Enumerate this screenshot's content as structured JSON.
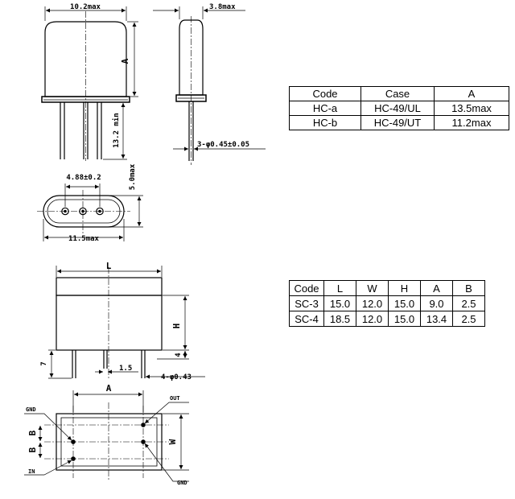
{
  "drawing_labels": {
    "hc_width": "10.2max",
    "hc_depth": "3.8max",
    "hc_height_a": "A",
    "hc_lead_length": "13.2 min",
    "hc_lead_dia": "3-φ0.45±0.05",
    "hc_pitch": "4.88±0.2",
    "hc_bottom_height": "5.0max",
    "hc_bottom_width": "11.5max",
    "sc_length": "L",
    "sc_height": "H",
    "sc_lead_length": "7",
    "sc_standoff": "4",
    "sc_lead_offset": "1.5",
    "sc_lead_dia": "4-φ0.43",
    "sc_pitch_a": "A",
    "sc_pitch_b1": "B",
    "sc_pitch_b2": "B",
    "sc_width": "W",
    "pin_gnd_top": "GND",
    "pin_out": "OUT",
    "pin_in": "IN",
    "pin_gnd_bottom": "GND"
  },
  "table_hc": {
    "headers": [
      "Code",
      "Case",
      "A"
    ],
    "rows": [
      [
        "HC-a",
        "HC-49/UL",
        "13.5max"
      ],
      [
        "HC-b",
        "HC-49/UT",
        "11.2max"
      ]
    ]
  },
  "table_sc": {
    "headers": [
      "Code",
      "L",
      "W",
      "H",
      "A",
      "B"
    ],
    "rows": [
      [
        "SC-3",
        "15.0",
        "12.0",
        "15.0",
        "9.0",
        "2.5"
      ],
      [
        "SC-4",
        "18.5",
        "12.0",
        "15.0",
        "13.4",
        "2.5"
      ]
    ]
  }
}
